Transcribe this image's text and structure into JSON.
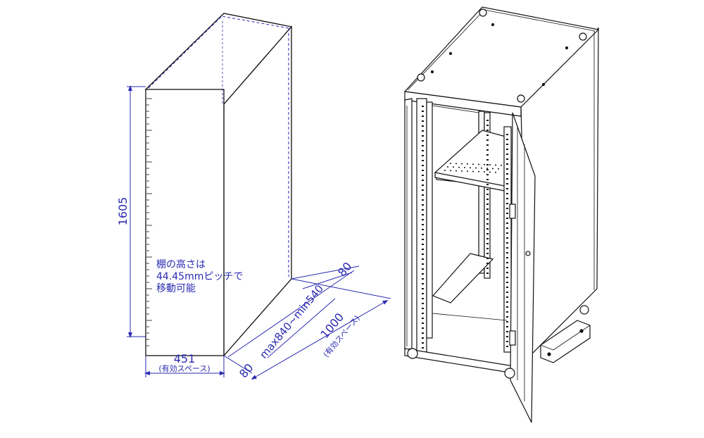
{
  "colors": {
    "dimension": "#2a2ab0",
    "line": "#111111",
    "light": "#777777"
  },
  "dimensions": {
    "height": "1605",
    "width": "451",
    "width_note": "(有効スペース)",
    "depth_offset_front": "80",
    "depth_offset_back": "80",
    "depth_range": "max840~min540",
    "depth_total": "1000",
    "depth_note": "(有効スペース)"
  },
  "note": {
    "line1": "棚の高さは",
    "line2": "44.45mmピッチで",
    "line3": "移動可能"
  }
}
